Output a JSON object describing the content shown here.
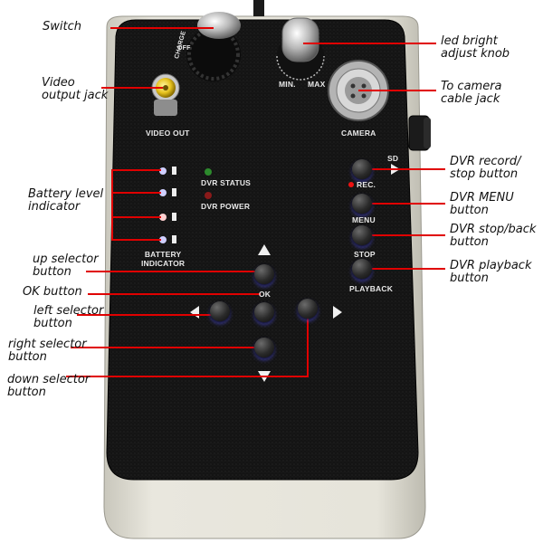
{
  "callouts": {
    "switch": "Switch",
    "video_output_jack": "Video\noutput jack",
    "battery_level_indicator": "Battery level\nindicator",
    "up_selector_button": "up selector\nbutton",
    "ok_button": "OK button",
    "left_selector_button": "left selector\nbutton",
    "right_selector_button": "right selector\nbutton",
    "down_selector_button": "down selector\nbutton",
    "led_bright_adjust_knob": "led bright\nadjust knob",
    "to_camera_cable_jack": "To camera\ncable jack",
    "dvr_record_stop_button": "DVR record/\nstop button",
    "dvr_menu_button": "DVR MENU\nbutton",
    "dvr_stop_back_button": "DVR stop/back\nbutton",
    "dvr_playback_button": "DVR playback\nbutton"
  },
  "panel": {
    "video_out": "VIDEO OUT",
    "camera": "CAMERA",
    "min": "MIN.",
    "max": "MAX",
    "sd": "SD",
    "dvr_status": "DVR STATUS",
    "dvr_power": "DVR POWER",
    "battery_indicator": "BATTERY\nINDICATOR",
    "rec": "REC.",
    "menu": "MENU",
    "stop": "STOP",
    "playback": "PLAYBACK",
    "ok": "OK",
    "charge": "CHARGE",
    "off": "OFF"
  },
  "colors": {
    "leader_line": "#e00000",
    "panel_face": "#141414",
    "case_body": "#e2e0d6",
    "status_led": "#2d8a2d",
    "power_led": "#8a1a1a"
  }
}
